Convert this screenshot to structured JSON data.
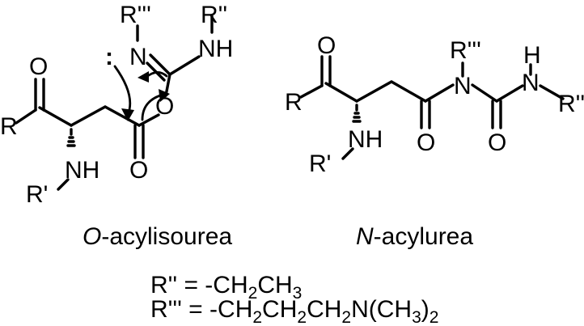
{
  "left": {
    "atoms": {
      "r_triple_prime": "R'''",
      "r_double_prime": "R''",
      "imine_n": "N",
      "amine_nh": "NH",
      "ketone_o": "O",
      "r_group": "R",
      "ester_o": "O",
      "carbonyl_o": "O",
      "alpha_nh": "NH",
      "r_prime": "R'"
    },
    "lone_pair": ":",
    "caption": {
      "italic": "O",
      "rest": "-acylisourea"
    }
  },
  "right": {
    "atoms": {
      "ketone_o": "O",
      "r_group": "R",
      "r_triple_prime": "R'''",
      "imide_n": "N",
      "urea_h": "H",
      "urea_n": "N",
      "r_double_prime": "R''",
      "alpha_nh": "NH",
      "r_prime": "R'",
      "amide_o": "O",
      "urea_o": "O"
    },
    "caption": {
      "italic": "N",
      "rest": "-acylurea"
    }
  },
  "definitions": {
    "line1": {
      "label": "R'' = -CH",
      "sub1": "2",
      "mid1": "CH",
      "sub2": "3"
    },
    "line2": {
      "label": "R''' = -CH",
      "sub1": "2",
      "mid1": "CH",
      "sub2": "2",
      "mid2": "CH",
      "sub3": "2",
      "mid3": "N(CH",
      "sub4": "3",
      "end": ")",
      "sub5": "2"
    }
  }
}
